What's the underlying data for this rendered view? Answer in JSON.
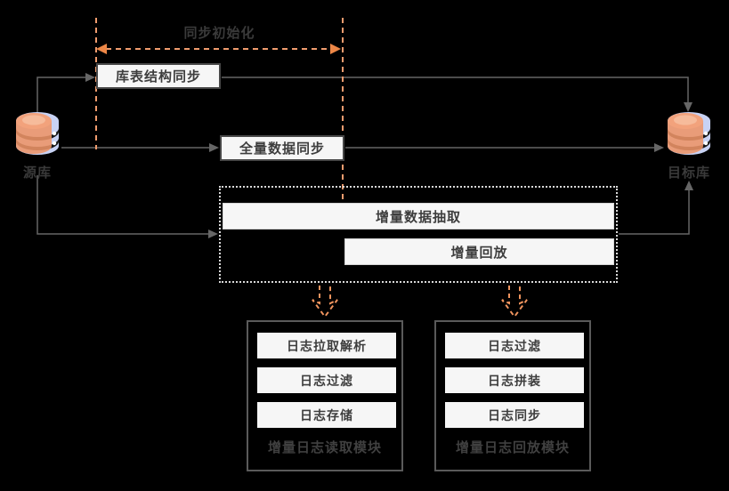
{
  "diagram": {
    "title_phase": "同步初始化",
    "source_db": {
      "label": "源库"
    },
    "target_db": {
      "label": "目标库"
    },
    "flow_boxes": {
      "schema_sync": "库表结构同步",
      "full_sync": "全量数据同步",
      "incremental_extract": "增量数据抽取",
      "incremental_replay": "增量回放"
    },
    "reader_module": {
      "title": "增量日志读取模块",
      "items": [
        "日志拉取解析",
        "日志过滤",
        "日志存储"
      ]
    },
    "replayer_module": {
      "title": "增量日志回放模块",
      "items": [
        "日志过滤",
        "日志拼装",
        "日志同步"
      ]
    },
    "colors": {
      "background": "#000000",
      "line_gray": "#666666",
      "orange_dashed": "#f09c6e",
      "orange_arrowhead": "#ed8747",
      "box_fill": "#f6f6f6",
      "box_border": "#474747",
      "dotted_border": "#d9d9d9",
      "text_dark": "#3d3d3d",
      "db_periwinkle": "#c8d2f4",
      "db_orange": "#ed9468"
    }
  }
}
